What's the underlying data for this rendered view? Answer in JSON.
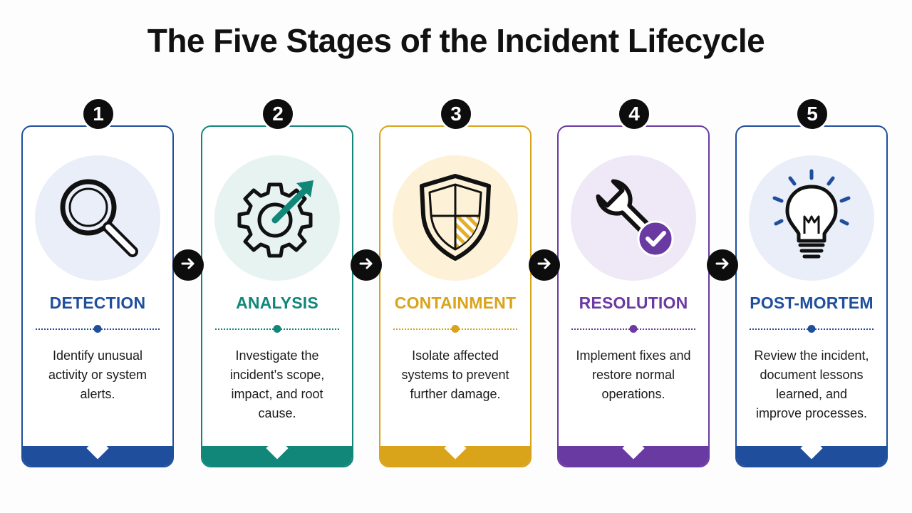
{
  "title": "The Five Stages of the Incident Lifecycle",
  "stages": [
    {
      "number": "1",
      "name": "DETECTION",
      "description": "Identify unusual activity or system alerts.",
      "icon": "magnifying-glass-icon",
      "color": "#1f4e9c",
      "icon_bg": "#e9eef8"
    },
    {
      "number": "2",
      "name": "ANALYSIS",
      "description": "Investigate the incident's scope, impact, and root cause.",
      "icon": "gear-arrow-icon",
      "color": "#11877a",
      "icon_bg": "#e6f3f0"
    },
    {
      "number": "3",
      "name": "CONTAINMENT",
      "description": "Isolate affected systems to prevent further damage.",
      "icon": "shield-icon",
      "color": "#d9a31a",
      "icon_bg": "#fdf1d8"
    },
    {
      "number": "4",
      "name": "RESOLUTION",
      "description": "Implement fixes and restore normal operations.",
      "icon": "wrench-check-icon",
      "color": "#6a3aa3",
      "icon_bg": "#efe8f6"
    },
    {
      "number": "5",
      "name": "POST-MORTEM",
      "description": "Review the incident, document lessons learned, and improve processes.",
      "icon": "lightbulb-icon",
      "color": "#1f4e9c",
      "icon_bg": "#e9eef8"
    }
  ],
  "connector_icon": "arrow-right-icon"
}
